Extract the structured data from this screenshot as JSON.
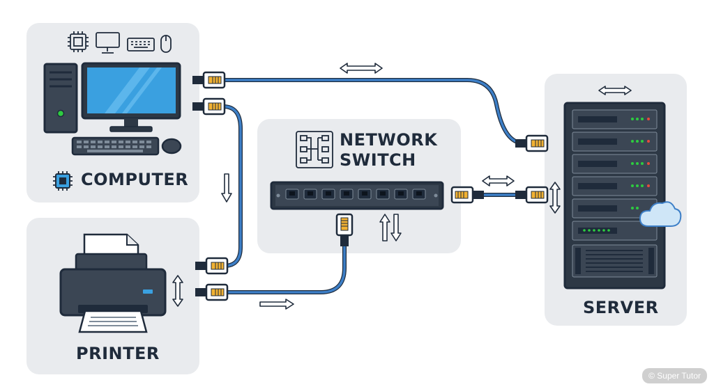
{
  "nodes": {
    "computer": {
      "label": "COMPUTER"
    },
    "printer": {
      "label": "PRINTER"
    },
    "switch": {
      "label_line1": "NETWORK",
      "label_line2": "SWITCH"
    },
    "server": {
      "label": "SERVER"
    }
  },
  "connections": [
    {
      "from": "computer",
      "to": "server",
      "flow": "bidirectional"
    },
    {
      "from": "computer",
      "to": "printer",
      "flow": "down"
    },
    {
      "from": "printer",
      "to": "switch",
      "flow": "right"
    },
    {
      "from": "switch",
      "to": "server",
      "flow": "bidirectional"
    }
  ],
  "colors": {
    "panel": "#e9ebee",
    "cable": "#3d7fc7",
    "outline": "#1f2b3b",
    "screen": "#3aa0e0",
    "led_green": "#2ecc40",
    "led_red": "#e74c3c"
  },
  "watermark": "© Super Tutor"
}
